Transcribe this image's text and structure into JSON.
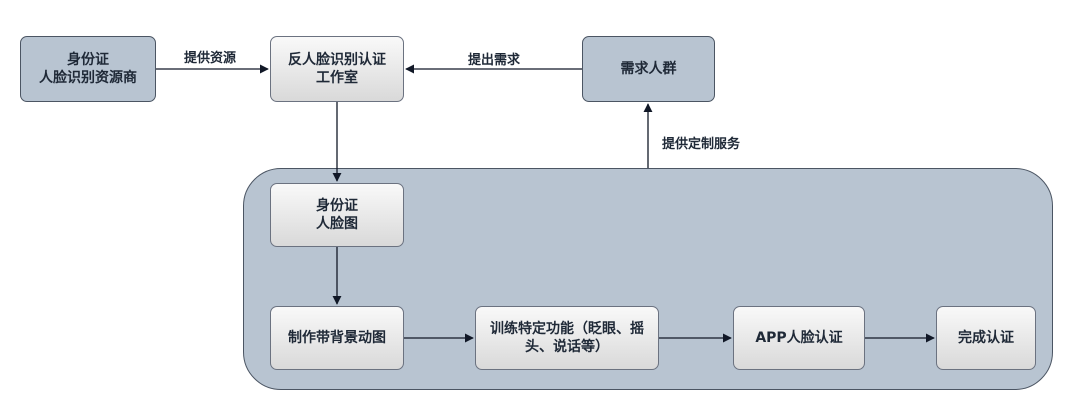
{
  "nodes": {
    "id_provider": "身份证\n人脸识别资源商",
    "anti_studio": "反人脸识别认证\n工作室",
    "demand_group": "需求人群",
    "id_face_image": "身份证\n人脸图",
    "make_animated": "制作带背景动图",
    "train_functions": "训练特定功能（眨眼、摇\n头、说话等）",
    "app_auth": "APP人脸认证",
    "complete_auth": "完成认证"
  },
  "edges": {
    "provide_resources": "提供资源",
    "raise_demand": "提出需求",
    "provide_custom_service": "提供定制服务"
  }
}
